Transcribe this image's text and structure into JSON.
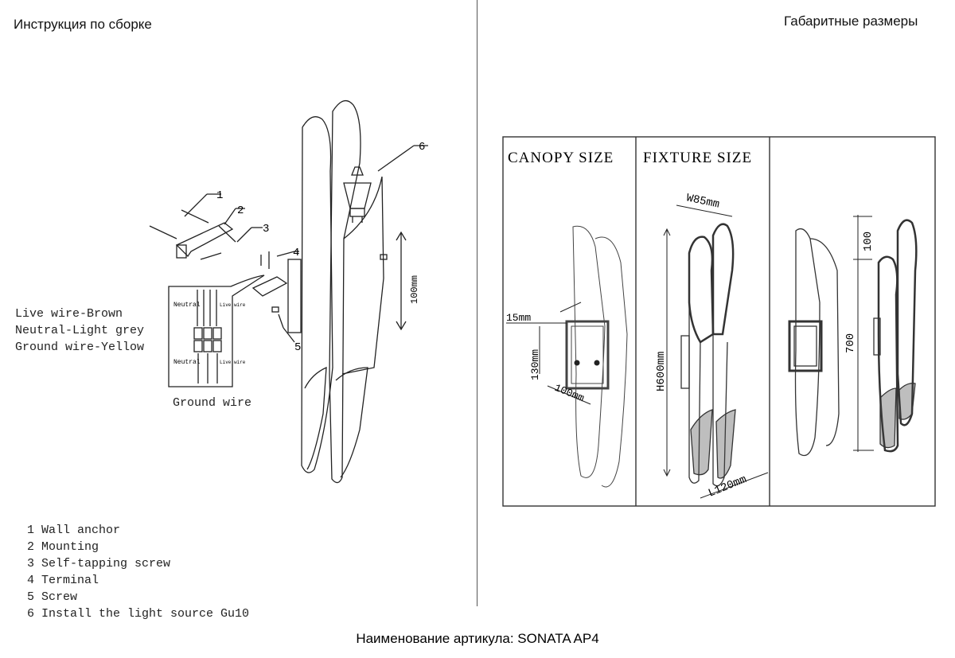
{
  "left_heading": "Инструкция по сборке",
  "right_heading": "Габаритные размеры",
  "wire_legend": [
    "Live wire-Brown",
    "Neutral-Light grey",
    "Ground wire-Yellow"
  ],
  "ground_wire_caption": "Ground wire",
  "inset_labels": {
    "neutral_top": "Neutral",
    "live_top": "Live wire",
    "neutral_bottom": "Neutral",
    "live_bottom": "Live wire"
  },
  "callouts": [
    "1",
    "2",
    "3",
    "4",
    "5",
    "6"
  ],
  "height_dim": "100mm",
  "parts_list": [
    "1 Wall anchor",
    "2 Mounting",
    "3 Self-tapping screw",
    "4 Terminal",
    "5 Screw",
    "6 Install the light source Gu10"
  ],
  "dimension_panels": {
    "canopy_title": "CANOPY SIZE",
    "fixture_title": "FIXTURE SIZE",
    "canopy_dims": {
      "depth": "15mm",
      "height": "130mm",
      "width": "100mm"
    },
    "fixture_dims": {
      "width": "W85mm",
      "height": "H600mm",
      "depth": "L120mm"
    },
    "overall_dims": {
      "top": "100",
      "total": "700"
    }
  },
  "footer": "Наименование артикула: SONATA AP4"
}
